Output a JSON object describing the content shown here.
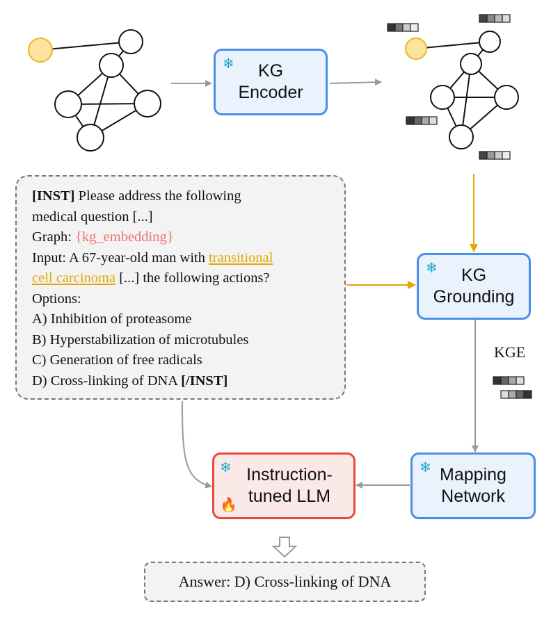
{
  "blocks": {
    "kg_encoder": "KG\nEncoder",
    "kg_grounding": "KG\nGrounding",
    "mapping_network": "Mapping\nNetwork",
    "llm": "Instruction-\ntuned LLM"
  },
  "kge_label": "KGE",
  "prompt": {
    "line1_tag": "[INST]",
    "line1_text": " Please address the following",
    "line2": "medical question [...]",
    "graph_label": "Graph: ",
    "graph_placeholder": "{kg_embedding}",
    "input_prefix": "Input: A 67-year-old man with ",
    "entity_part1": "transitional",
    "entity_part2": "cell carcinoma",
    "input_suffix": " [...] the following actions?",
    "options_label": "Options:",
    "option_a": "A) Inhibition of proteasome",
    "option_b": "B) Hyperstabilization of microtubules",
    "option_c": "C) Generation of free radicals",
    "option_d": "D) Cross-linking of DNA ",
    "end_tag": "[/INST]"
  },
  "answer": "Answer: D) Cross-linking of DNA",
  "icons": {
    "frozen": "snowflake-icon",
    "trainable": "fire-icon",
    "down_arrow": "hollow-down-arrow-icon"
  },
  "colors": {
    "frozen_border": "#4a8ee8",
    "frozen_fill": "#eaf2fd",
    "llm_border": "#e8493b",
    "llm_fill": "#fbe9e7",
    "highlight_node": "#fde3a0",
    "grounding_arrow": "#e0a800",
    "placeholder_text": "#f07070"
  }
}
